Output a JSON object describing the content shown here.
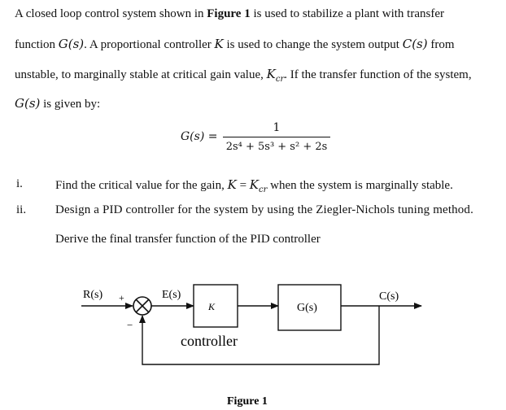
{
  "paragraph": {
    "line1_a": "A closed loop control system shown in ",
    "line1_fig": "Figure 1",
    "line1_b": " is used to stabilize a plant with transfer",
    "line2_a": "function ",
    "line2_G": "G(s)",
    "line2_b": ". A proportional controller ",
    "line2_K": "K",
    "line2_c": " is used to change the system output ",
    "line2_C": "C(s)",
    "line2_d": " from",
    "line3_a": "unstable, to marginally stable at critical gain value, ",
    "line3_K": "K",
    "line3_sub": "cr",
    "line3_b": ". If the transfer function of the system,",
    "line4_G": "G(s)",
    "line4_b": " is given by:"
  },
  "equation": {
    "lhs": "G(s) =",
    "numerator": "1",
    "denominator": "2s⁴ + 5s³ + s² + 2s"
  },
  "questions": [
    {
      "marker": "i.",
      "text_a": "Find the critical value for the gain, ",
      "text_K": "K",
      "text_eq": " = ",
      "text_K2": "K",
      "text_sub": "cr",
      "text_b": " when the system is marginally stable."
    },
    {
      "marker": "ii.",
      "line1": "Design a PID controller for the system by using the Ziegler-Nichols tuning method.",
      "line2": "Derive the final transfer function of the PID controller"
    }
  ],
  "diagram": {
    "input_label": "R(s)",
    "plus_sign": "+",
    "minus_sign": "−",
    "error_label": "E(s)",
    "controller_symbol": "K",
    "controller_caption": "controller",
    "plant_label": "G(s)",
    "output_label": "C(s)",
    "figure_caption": "Figure 1"
  }
}
